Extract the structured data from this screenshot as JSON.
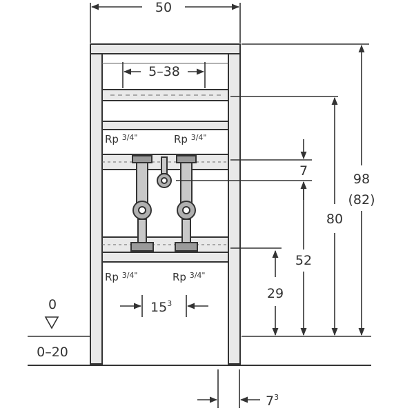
{
  "diagram": {
    "frame_width": "50",
    "rail_span": "5–38",
    "dim_7": "7",
    "dim_80": "80",
    "dim_98": "98",
    "dim_98_alt": "(82)",
    "dim_52": "52",
    "dim_29": "29",
    "dim_15": {
      "base": "15",
      "sup": "3"
    },
    "dim_7b": {
      "base": "7",
      "sup": "3"
    },
    "floor_level": "0",
    "floor_range": "0–20",
    "upper_left": {
      "prefix": "Rp ",
      "frac": "3/4\""
    },
    "upper_right": {
      "prefix": "Rp ",
      "frac": "3/4\""
    },
    "lower_left": {
      "prefix": "Rp ",
      "frac": "3/4\""
    },
    "lower_right": {
      "prefix": "Rp ",
      "frac": "3/4\""
    }
  },
  "colors": {
    "line": "#333333",
    "frame_fill": "#e6e6e6",
    "pipe_fill": "#999999"
  }
}
